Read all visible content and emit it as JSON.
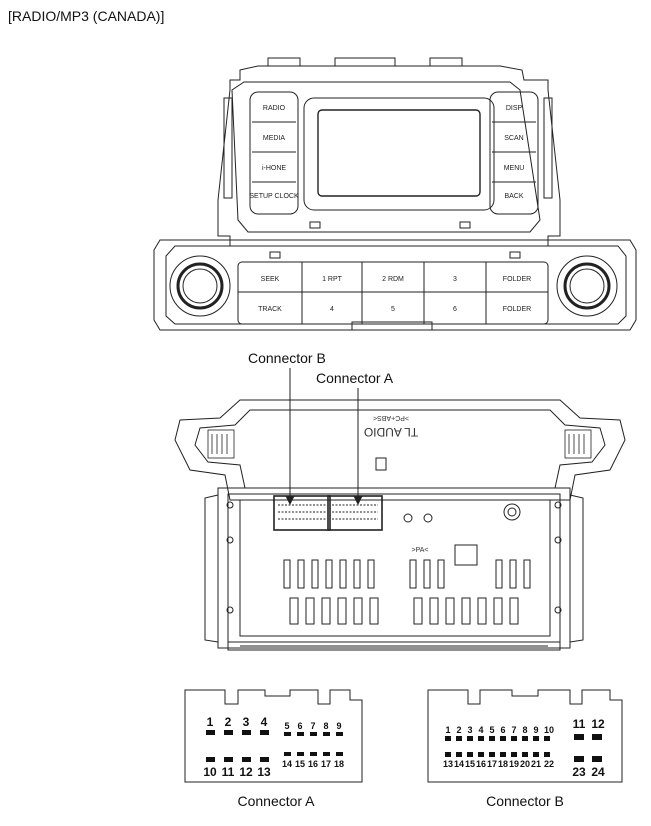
{
  "title": "[RADIO/MP3 (CANADA)]",
  "front_panel": {
    "left_buttons": [
      "RADIO",
      "MEDIA",
      "i-HONE",
      "SETUP CLOCK"
    ],
    "right_buttons": [
      "DISP",
      "SCAN",
      "MENU",
      "BACK"
    ],
    "bottom_row1": [
      "SEEK",
      "1 RPT",
      "2 RDM",
      "3",
      "FOLDER"
    ],
    "bottom_row2": [
      "TRACK",
      "4",
      "5",
      "6",
      "FOLDER"
    ]
  },
  "rear": {
    "connector_b_label": "Connector B",
    "connector_a_label": "Connector A",
    "marking": "TL AUDIO",
    "marking_sub": ">PC+ABS<",
    "marking2": ">PA<"
  },
  "connector_a": {
    "caption": "Connector A",
    "top_large": [
      "1",
      "2",
      "3",
      "4"
    ],
    "top_small": [
      "5",
      "6",
      "7",
      "8",
      "9"
    ],
    "bottom_large": [
      "10",
      "11",
      "12",
      "13"
    ],
    "bottom_small": [
      "14",
      "15",
      "16",
      "17",
      "18"
    ]
  },
  "connector_b": {
    "caption": "Connector B",
    "top_small": [
      "1",
      "2",
      "3",
      "4",
      "5",
      "6",
      "7",
      "8",
      "9",
      "10"
    ],
    "top_large": [
      "11",
      "12"
    ],
    "bottom_small": [
      "13",
      "14",
      "15",
      "16",
      "17",
      "18",
      "19",
      "20",
      "21",
      "22"
    ],
    "bottom_large": [
      "23",
      "24"
    ]
  }
}
